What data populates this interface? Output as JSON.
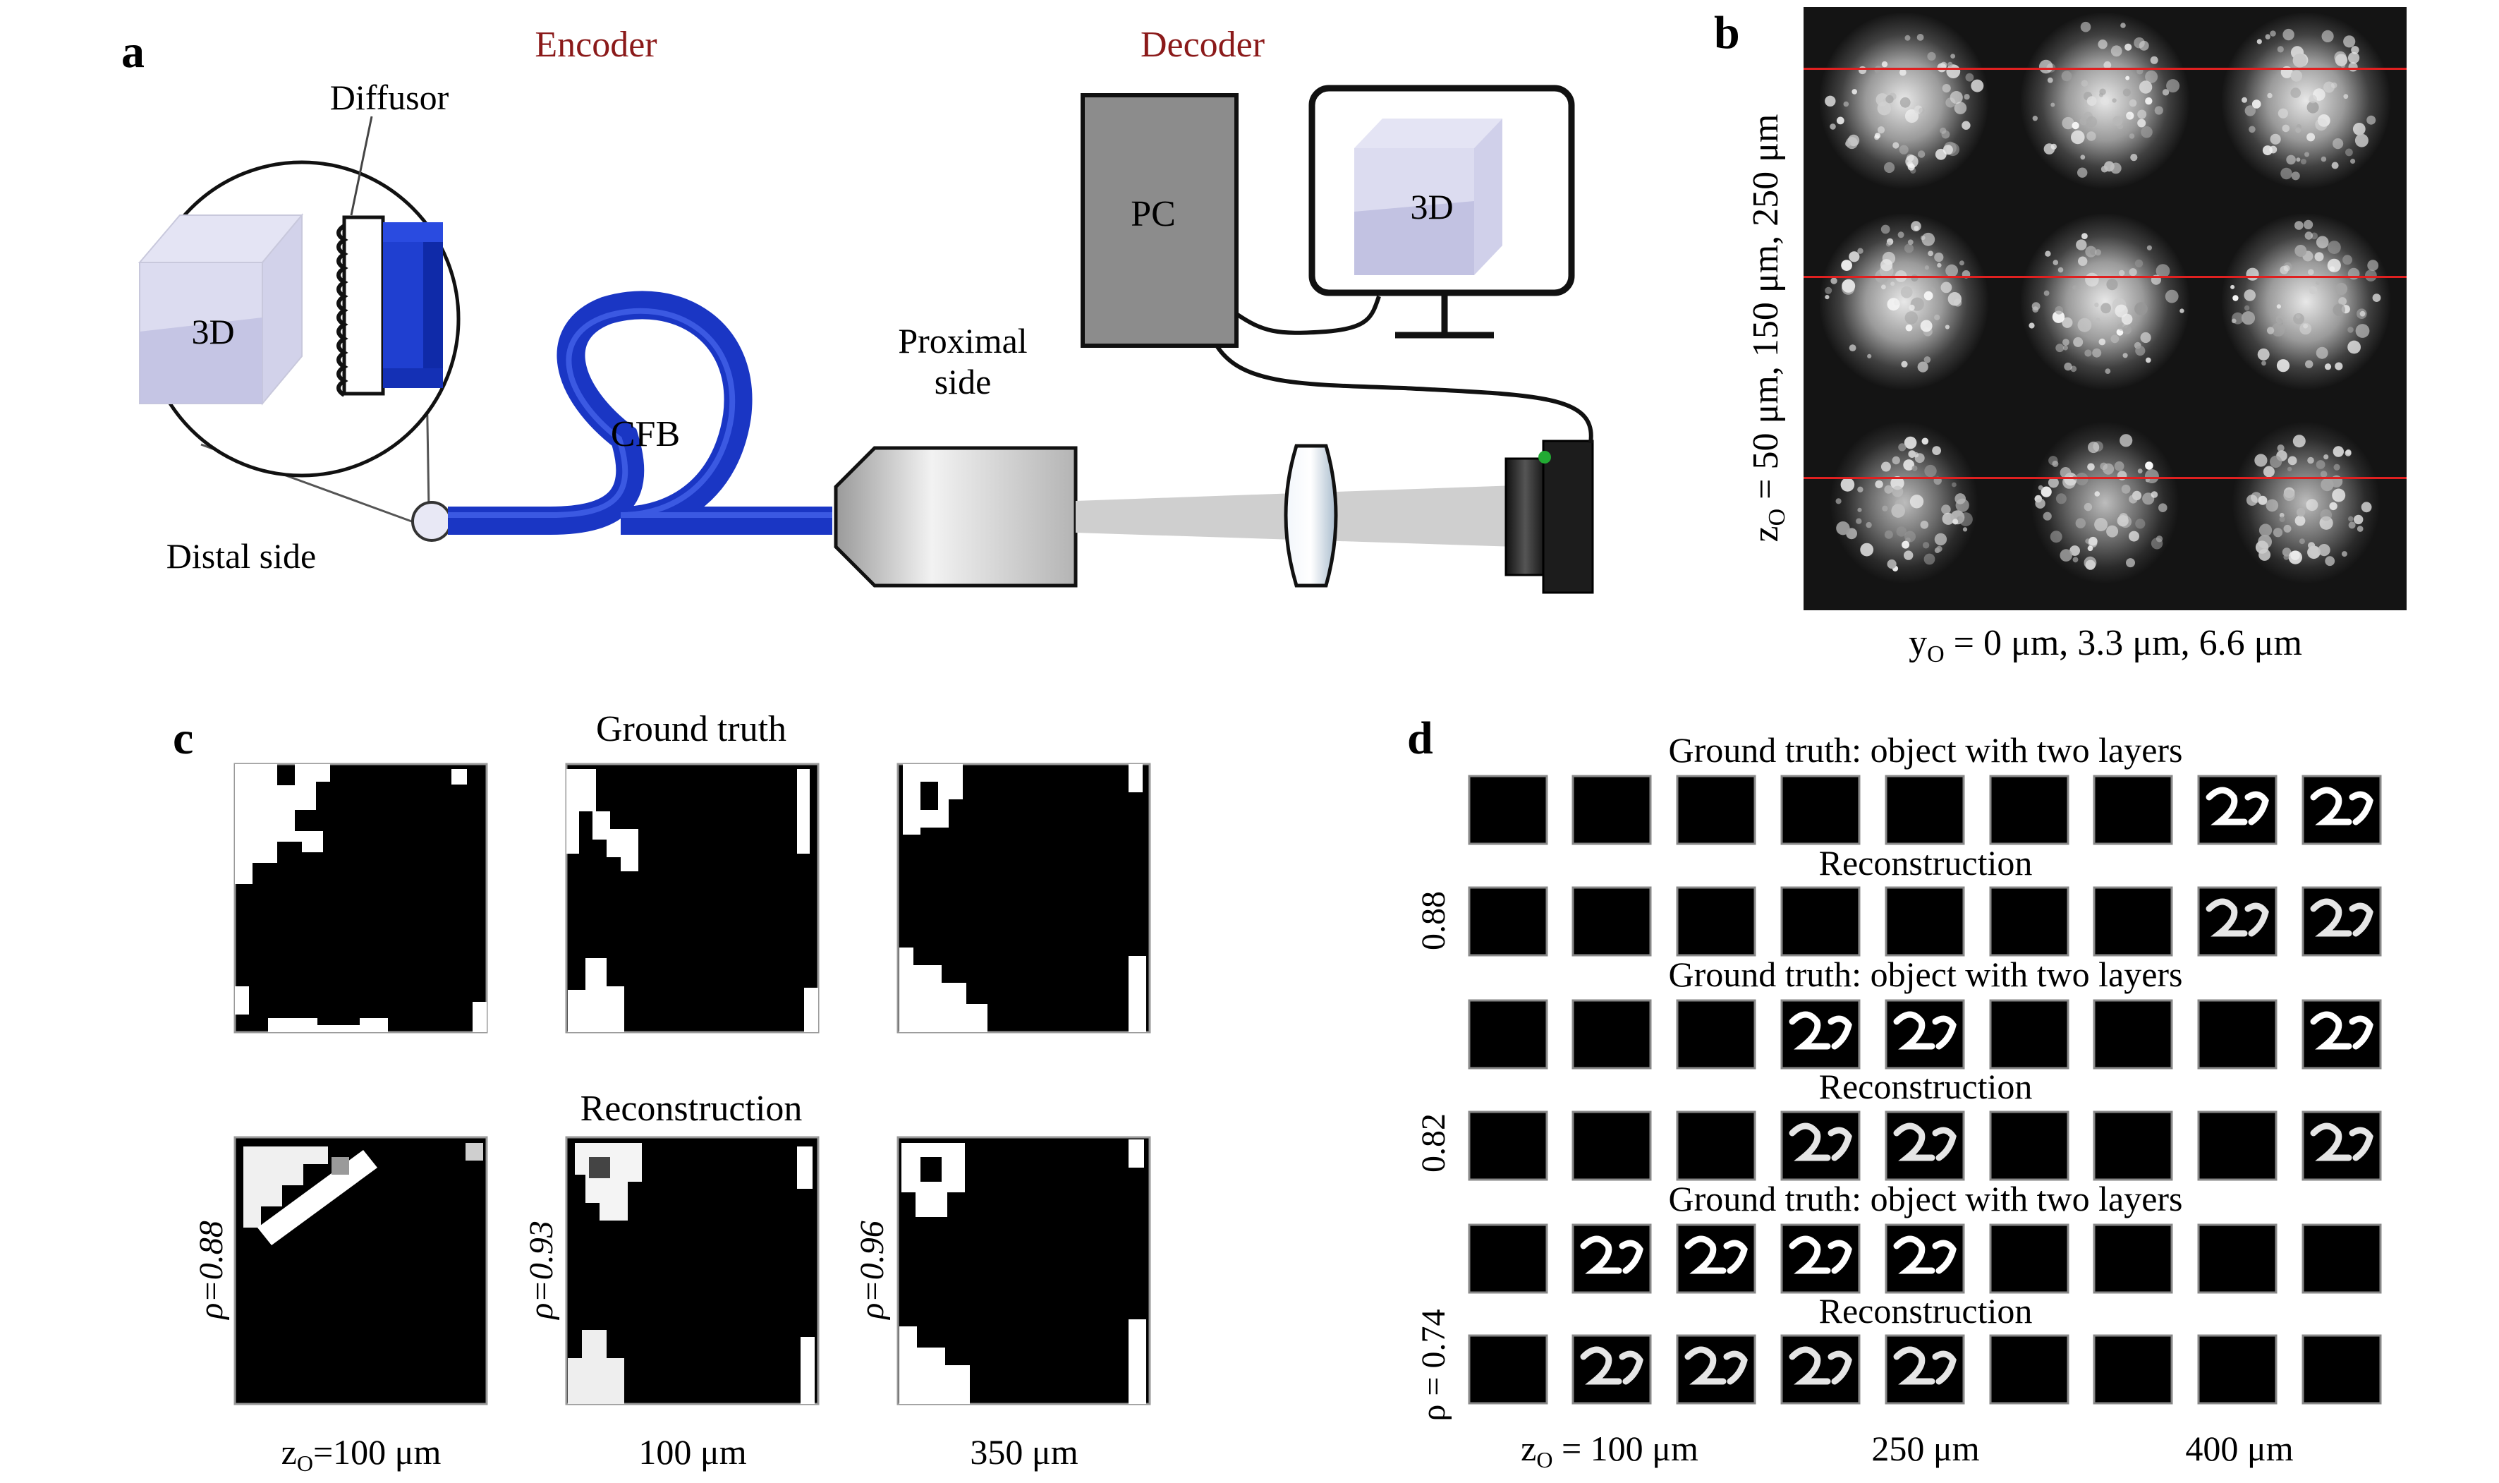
{
  "panel_a": {
    "letter": "a",
    "encoder_label": "Encoder",
    "decoder_label": "Decoder",
    "diffusor_label": "Diffusor",
    "cube_label": "3D",
    "cfb_label": "CFB",
    "proximal_line1": "Proximal",
    "proximal_line2": "side",
    "distal_label": "Distal side",
    "pc_label": "PC",
    "monitor_label": "3D",
    "accent_color": "#8b1a1a",
    "fiber_color": "#1f3fd0"
  },
  "panel_b": {
    "letter": "b",
    "ylabel": "z",
    "ylabel_sub": "O",
    "ylabel_rest": " = 50 μm, 150 μm, 250 μm",
    "xlabel": "y",
    "xlabel_sub": "O",
    "xlabel_rest": " = 0 μm, 3.3 μm, 6.6 μm",
    "line_color": "#e02020"
  },
  "panel_c": {
    "letter": "c",
    "gt_title": "Ground truth",
    "rec_title": "Reconstruction",
    "rho_labels": [
      "ρ=0.88",
      "ρ=0.93",
      "ρ=0.96"
    ],
    "x_labels": [
      "z",
      "100 μm",
      "350 μm"
    ],
    "x_label_first_sub": "O",
    "x_label_first_rest": "=100 μm"
  },
  "panel_d": {
    "letter": "d",
    "gt_title": "Ground truth: object with two layers",
    "rec_title": "Reconstruction",
    "rho_labels": [
      "0.88",
      "0.82",
      "ρ = 0.74"
    ],
    "x_labels": [
      "250 μm",
      "400 μm"
    ],
    "x_label_first": "z",
    "x_label_first_sub": "O",
    "x_label_first_rest": " = 100 μm"
  }
}
